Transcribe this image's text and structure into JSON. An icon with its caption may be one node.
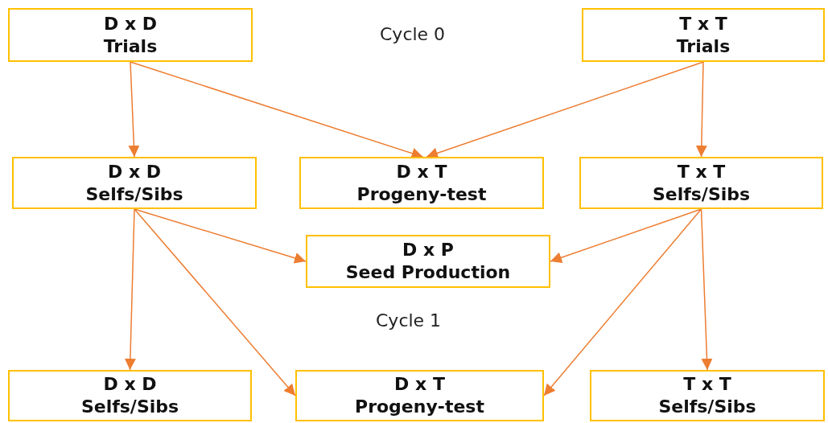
{
  "diagram": {
    "nodes": [
      {
        "text": [
          "D x D",
          "Trials"
        ]
      },
      {
        "text": [
          "T x T",
          "Trials"
        ]
      },
      {
        "text": [
          "D x D",
          "Selfs/Sibs"
        ]
      },
      {
        "text": [
          "D x T",
          "Progeny-test"
        ]
      },
      {
        "text": [
          "T x T",
          "Selfs/Sibs"
        ]
      },
      {
        "text": [
          "D x P",
          "Seed Production"
        ]
      },
      {
        "text": [
          "D x D",
          "Selfs/Sibs"
        ]
      },
      {
        "text": [
          "D x T",
          "Progeny-test"
        ]
      },
      {
        "text": [
          "T x T",
          "Selfs/Sibs"
        ]
      }
    ],
    "edges": [
      {
        "from": 0,
        "to": 2,
        "arrow": "to"
      },
      {
        "from": 0,
        "to": 3,
        "arrow": "to"
      },
      {
        "from": 1,
        "to": 3,
        "arrow": "to"
      },
      {
        "from": 1,
        "to": 4,
        "arrow": "to"
      },
      {
        "from": 2,
        "to": 5,
        "arrow": "to"
      },
      {
        "from": 4,
        "to": 5,
        "arrow": "to"
      },
      {
        "from": 2,
        "to": 6,
        "arrow": "to"
      },
      {
        "from": 2,
        "to": 7,
        "arrow": "to"
      },
      {
        "from": 4,
        "to": 7,
        "arrow": "to"
      },
      {
        "from": 4,
        "to": 8,
        "arrow": "to"
      }
    ],
    "labels": [
      "Cycle 0",
      "Cycle 1"
    ]
  }
}
